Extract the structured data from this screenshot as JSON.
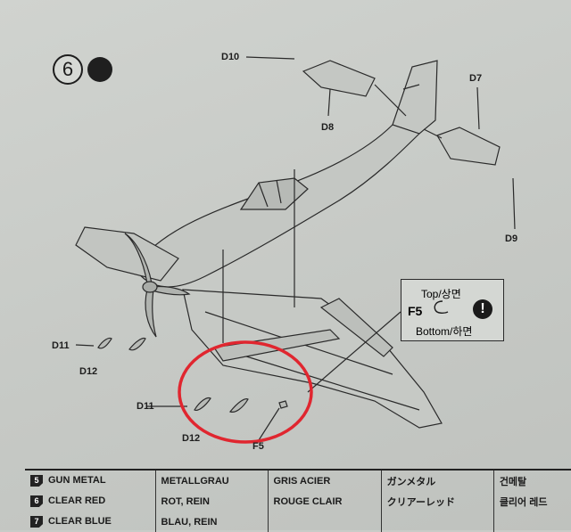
{
  "step": {
    "number": "6"
  },
  "parts": {
    "d10": "D10",
    "d8": "D8",
    "d7": "D7",
    "d9": "D9",
    "d11_upper": "D11",
    "d12_upper": "D12",
    "d11_lower": "D11",
    "d12_lower": "D12",
    "f5": "F5"
  },
  "note": {
    "top": "Top/상면",
    "part": "F5",
    "bottom": "Bottom/하면",
    "warning": "!"
  },
  "paint_table": {
    "rows": [
      {
        "num": "5",
        "en": "GUN METAL",
        "de": "METALLGRAU",
        "fr": "GRIS ACIER",
        "jp": "ガンメタル",
        "kr": "건메탈"
      },
      {
        "num": "6",
        "en": "CLEAR RED",
        "de": "ROT, REIN",
        "fr": "ROUGE CLAIR",
        "jp": "クリアーレッド",
        "kr": "클리어 레드"
      },
      {
        "num": "7",
        "en": "CLEAR BLUE",
        "de": "BLAU, REIN",
        "fr": "",
        "jp": "",
        "kr": ""
      }
    ]
  },
  "colors": {
    "highlight_circle": "#e0262f",
    "ink": "#1d1d1d"
  }
}
